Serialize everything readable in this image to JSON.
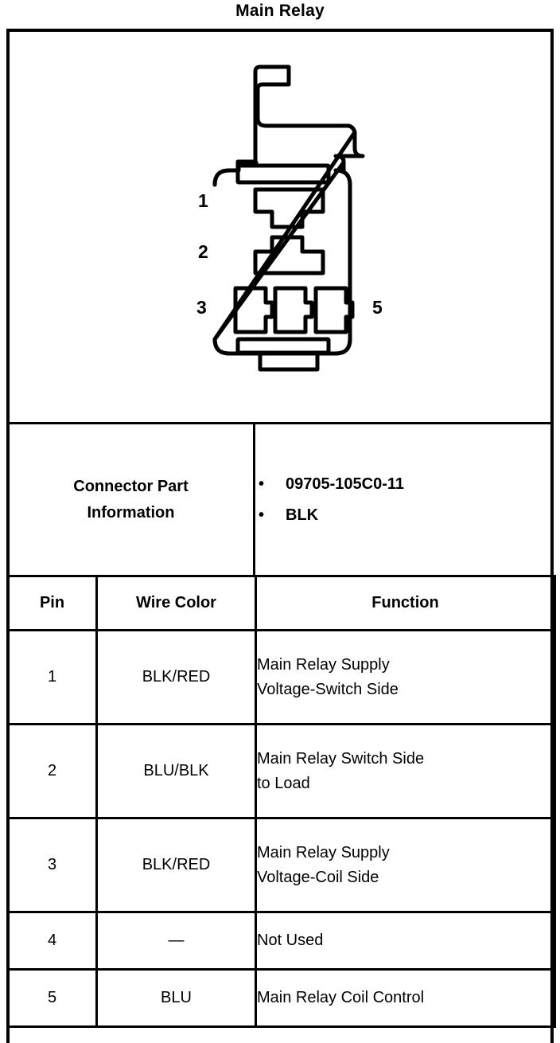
{
  "document": {
    "title": "Main Relay"
  },
  "diagram": {
    "name": "connector-face-view",
    "pin_labels": [
      {
        "id": "1",
        "text": "1"
      },
      {
        "id": "2",
        "text": "2"
      },
      {
        "id": "3",
        "text": "3"
      },
      {
        "id": "5",
        "text": "5"
      }
    ]
  },
  "connector_info": {
    "label": "Connector Part Information",
    "label_line1": "Connector Part",
    "label_line2": "Information",
    "bullet_glyph": "•",
    "values": [
      "09705-105C0-11",
      "BLK"
    ]
  },
  "pin_table": {
    "headers": {
      "pin": "Pin",
      "wire_color": "Wire Color",
      "function": "Function"
    },
    "rows": [
      {
        "pin": "1",
        "wire_color": "BLK/RED",
        "function_lines": [
          "Main Relay Supply",
          "Voltage-Switch Side"
        ]
      },
      {
        "pin": "2",
        "wire_color": "BLU/BLK",
        "function_lines": [
          "Main Relay Switch Side",
          "to Load"
        ]
      },
      {
        "pin": "3",
        "wire_color": "BLK/RED",
        "function_lines": [
          "Main Relay Supply",
          "Voltage-Coil Side"
        ]
      },
      {
        "pin": "4",
        "wire_color": "—",
        "function_lines": [
          "Not Used"
        ]
      },
      {
        "pin": "5",
        "wire_color": "BLU",
        "function_lines": [
          "Main Relay Coil Control"
        ]
      }
    ]
  },
  "colors": {
    "ink": "#000000",
    "paper": "#ffffff"
  }
}
